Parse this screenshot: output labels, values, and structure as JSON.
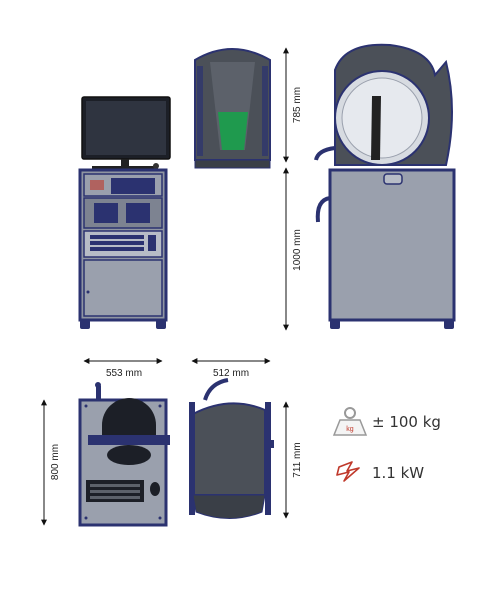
{
  "dimensions": {
    "monitor_unit_width": "553 mm",
    "unit_depth": "512 mm",
    "head_height": "785 mm",
    "cabinet_height": "1000 mm",
    "folded_height": "800 mm",
    "folded_side_height": "711 mm"
  },
  "specs": {
    "weight_icon_label": "kg",
    "weight": "± 100 kg",
    "power": "1.1 kW"
  },
  "colors": {
    "frame_navy": "#2b3270",
    "panel_grey": "#9aa0ad",
    "housing_dark": "#4b5058",
    "accent_green": "#1f9a4e",
    "accent_red": "#c0392b"
  }
}
